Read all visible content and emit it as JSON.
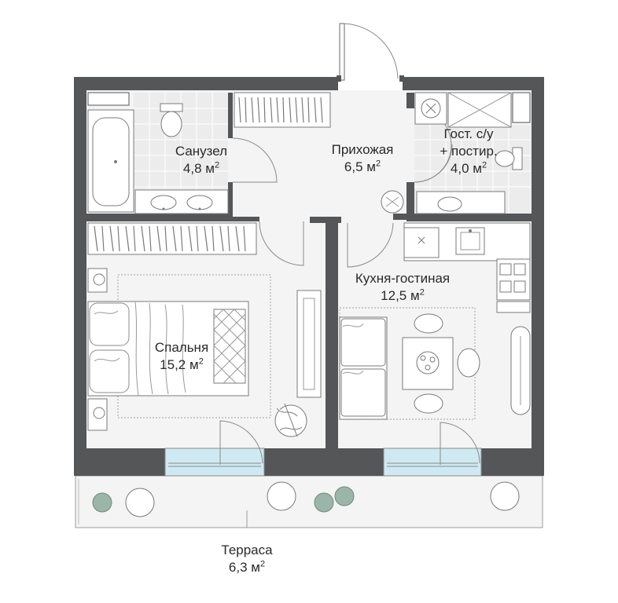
{
  "plan": {
    "area_unit": "м",
    "area_exponent": "2",
    "colors": {
      "wall": "#545658",
      "floor": "#f4f4f4",
      "tile": "#ececec",
      "terrace": "#f4f4f4",
      "glass": "#cfe9f2",
      "furniture_line": "#8a8a8a",
      "plant": "#9bb5a8"
    },
    "rooms": [
      {
        "name": "Санузел",
        "area": "4,8"
      },
      {
        "name": "Прихожая",
        "area": "6,5"
      },
      {
        "name": "Гост. с/у",
        "name2": "+ постир.",
        "area": "4,0"
      },
      {
        "name": "Кухня-гостиная",
        "area": "12,5"
      },
      {
        "name": "Спальня",
        "area": "15,2"
      },
      {
        "name": "Терраса",
        "area": "6,3"
      }
    ],
    "icons": [
      "bathtub-icon",
      "toilet-icon",
      "sink-icon",
      "shower-icon",
      "washing-machine-icon",
      "wardrobe-icon",
      "bed-icon",
      "sofa-icon",
      "dining-table-icon",
      "chair-icon",
      "stove-icon",
      "kitchen-sink-icon",
      "plant-icon",
      "door-icon"
    ]
  }
}
